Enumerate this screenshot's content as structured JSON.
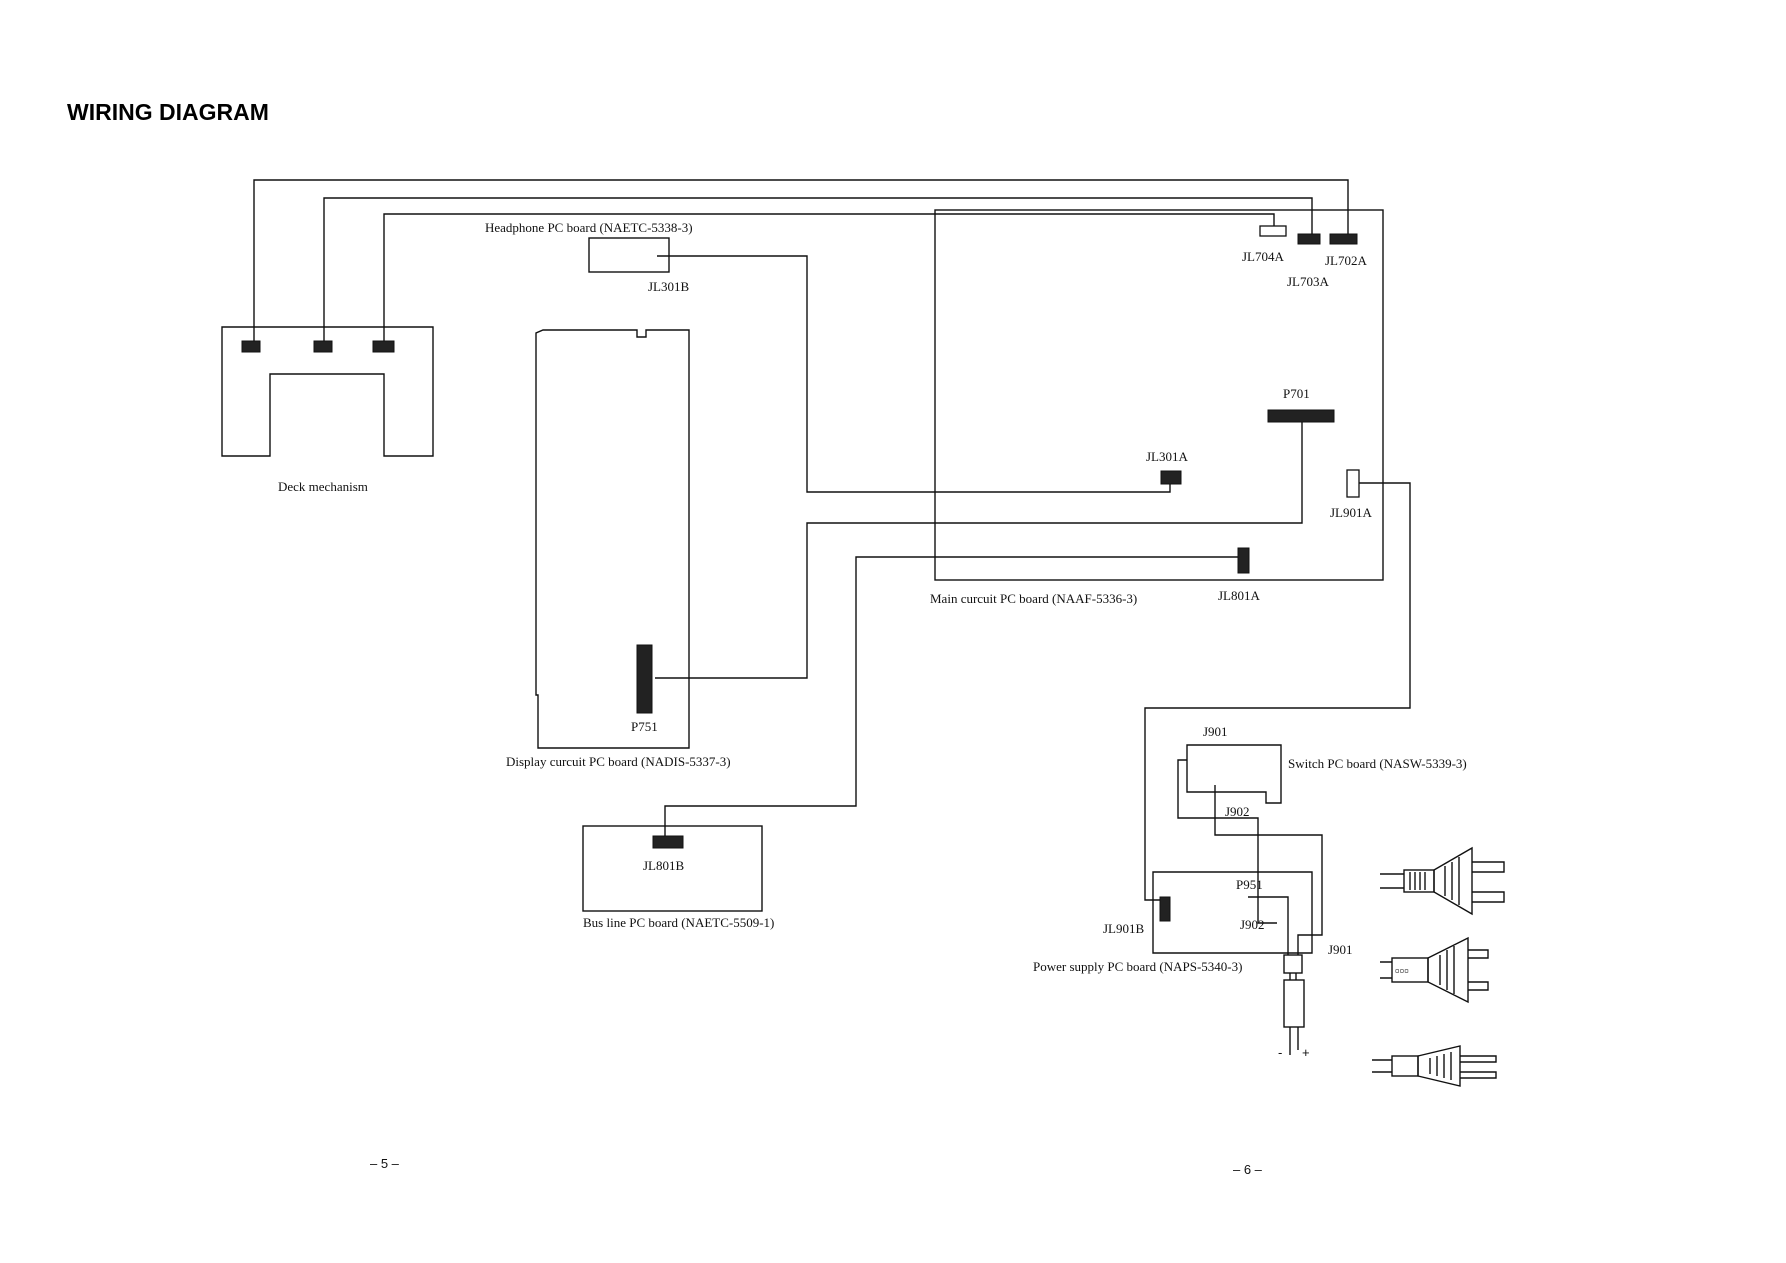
{
  "title": "WIRING DIAGRAM",
  "boards": {
    "headphone": "Headphone PC board (NAETC-5338-3)",
    "deck": "Deck mechanism",
    "display": "Display curcuit PC board (NADIS-5337-3)",
    "bus_line": "Bus line PC board (NAETC-5509-1)",
    "main": "Main curcuit PC board (NAAF-5336-3)",
    "switch": "Switch PC board (NASW-5339-3)",
    "power_supply": "Power supply PC board (NAPS-5340-3)"
  },
  "connectors": {
    "jl301b": "JL301B",
    "jl704a": "JL704A",
    "jl702a": "JL702A",
    "jl703a": "JL703A",
    "p701": "P701",
    "jl301a": "JL301A",
    "jl901a": "JL901A",
    "jl801a": "JL801A",
    "p751": "P751",
    "jl801b": "JL801B",
    "j901_top": "J901",
    "j902_top": "J902",
    "p951": "P951",
    "j902_bottom": "J902",
    "jl901b": "JL901B",
    "j901_bottom": "J901"
  },
  "polarity": {
    "minus": "-",
    "plus": "+"
  },
  "page_numbers": {
    "left": "– 5 –",
    "right": "– 6 –"
  }
}
